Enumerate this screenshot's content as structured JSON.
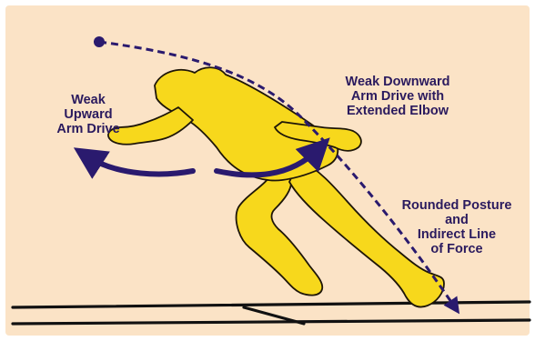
{
  "colors": {
    "background": "#fbe3c6",
    "figure_fill": "#f7d81c",
    "figure_outline": "#1e1608",
    "arrow": "#2a1a6e",
    "track": "#111111",
    "text": "#2a1a5e"
  },
  "labels": {
    "weak_upward": [
      "Weak",
      "Upward",
      "Arm Drive"
    ],
    "weak_downward": [
      "Weak Downward",
      "Arm Drive with",
      "Extended Elbow"
    ],
    "rounded_posture": [
      "Rounded Posture",
      "and",
      "Indirect Line",
      "of Force"
    ]
  },
  "icons": {
    "line_of_force": "dashed-arrow",
    "arm_drive": "curved-arrow"
  }
}
